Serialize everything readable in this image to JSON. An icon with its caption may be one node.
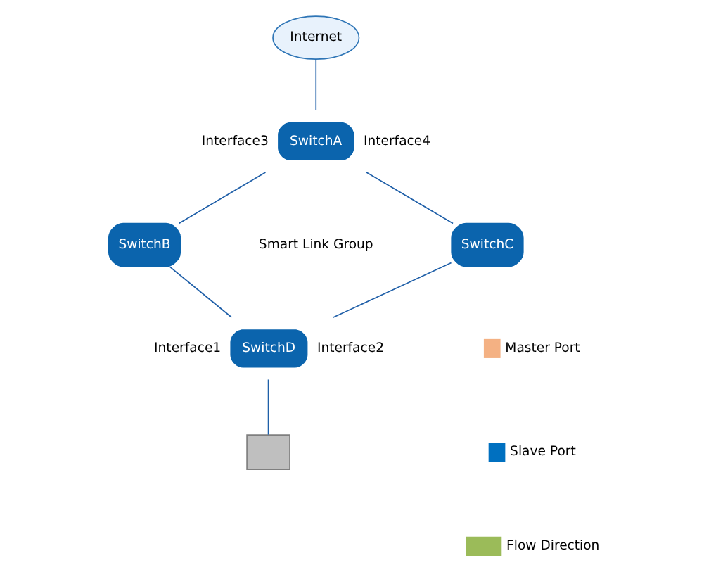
{
  "diagram": {
    "nodes": [
      {
        "text": [
          "Internet"
        ]
      },
      {
        "text": [
          "SwitchA"
        ],
        "beside": [
          "Interface3",
          "Interface4"
        ]
      },
      {
        "text": [
          "SwitchB"
        ]
      },
      {
        "text": [
          "SwitchC"
        ]
      },
      {
        "text": [
          "SwitchD"
        ],
        "beside": [
          "Interface1",
          "Interface2"
        ]
      },
      {
        "text": [],
        "shape": "box"
      }
    ],
    "edges": [
      {
        "from": 0,
        "to": 1,
        "arrow": "none"
      },
      {
        "from": 1,
        "to": 2,
        "arrow": "none"
      },
      {
        "from": 1,
        "to": 3,
        "arrow": "none"
      },
      {
        "from": 2,
        "to": 4,
        "arrow": "none"
      },
      {
        "from": 3,
        "to": 4,
        "arrow": "none"
      },
      {
        "from": 4,
        "to": 5,
        "arrow": "none"
      }
    ],
    "labels": [
      "Smart Link Group"
    ],
    "legend": [
      {
        "text": "Master Port",
        "color": "#f4b183"
      },
      {
        "text": "Slave Port",
        "color": "#0070c0"
      },
      {
        "text": "Flow Direction"
      }
    ]
  }
}
